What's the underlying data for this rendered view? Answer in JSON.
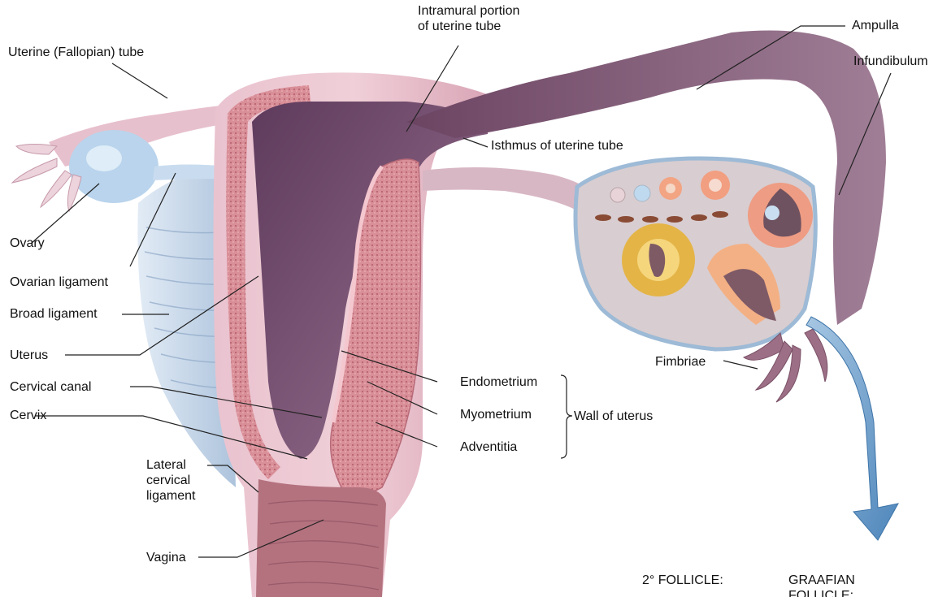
{
  "labels": {
    "uterine_tube": "Uterine (Fallopian) tube",
    "intramural_line1": "Intramural portion",
    "intramural_line2": "of uterine tube",
    "ampulla": "Ampulla",
    "infundibulum": "Infundibulum",
    "isthmus": "Isthmus of uterine tube",
    "ovary": "Ovary",
    "ovarian_ligament": "Ovarian ligament",
    "broad_ligament": "Broad ligament",
    "uterus": "Uterus",
    "cervical_canal": "Cervical canal",
    "cervix": "Cervix",
    "lateral_line1": "Lateral",
    "lateral_line2": "cervical",
    "lateral_line3": "ligament",
    "vagina": "Vagina",
    "fimbriae": "Fimbriae",
    "endometrium": "Endometrium",
    "myometrium": "Myometrium",
    "adventitia": "Adventitia",
    "wall_of_uterus": "Wall of uterus",
    "secondary_follicle": "2° FOLLICLE:",
    "graafian_line1": "GRAAFIAN",
    "graafian_line2": "FOLLICLE:"
  },
  "colors": {
    "uterine_outer": "#d9a7b8",
    "myometrium": "#c9737f",
    "cavity": "#7a4f73",
    "tube": "#8a5d7c",
    "ovary": "#b9d4ec",
    "ligament": "#bcd0e6",
    "arrow": "#6fa3cf"
  }
}
